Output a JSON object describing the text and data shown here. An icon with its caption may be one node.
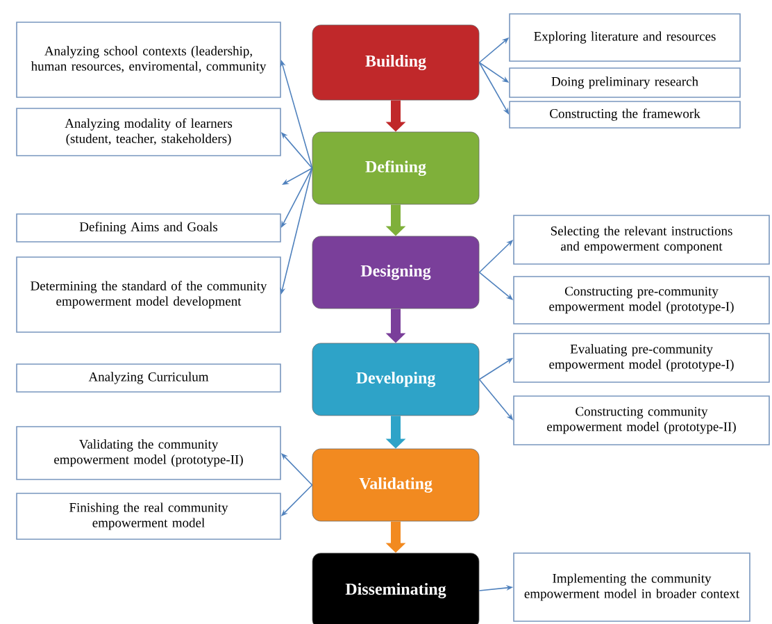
{
  "diagram": {
    "nodes": [
      {
        "text": [
          "Building"
        ]
      },
      {
        "text": [
          "Exploring literature and resources"
        ]
      },
      {
        "text": [
          "Doing preliminary research"
        ]
      },
      {
        "text": [
          "Constructing the framework"
        ]
      },
      {
        "text": [
          "Analyzing school contexts (leadership, human resources, enviromental, community"
        ]
      },
      {
        "text": [
          "Analyzing modality of learners (student, teacher, stakeholders)"
        ]
      },
      {
        "text": [
          "Defining"
        ]
      },
      {
        "text": [
          "Defining Aims and Goals"
        ]
      },
      {
        "text": [
          "Determining the standard of the community empowerment model development"
        ]
      },
      {
        "text": [
          "Designing"
        ]
      },
      {
        "text": [
          "Selecting the relevant instructions and empowerment component"
        ]
      },
      {
        "text": [
          "Constructing pre-community empowerment model (prototype-I)"
        ]
      },
      {
        "text": [
          "Analyzing Curriculum"
        ]
      },
      {
        "text": [
          "Developing"
        ]
      },
      {
        "text": [
          "Evaluating pre-community empowerment model (prototype-I)"
        ]
      },
      {
        "text": [
          "Constructing community empowerment model (prototype-II)"
        ]
      },
      {
        "text": [
          "Validating the community empowerment model (prototype-II)"
        ]
      },
      {
        "text": [
          "Finishing the real community empowerment model"
        ]
      },
      {
        "text": [
          "Validating"
        ]
      },
      {
        "text": [
          "Disseminating"
        ]
      },
      {
        "text": [
          "Implementing the community empowerment model in broader context"
        ]
      }
    ],
    "edges": [
      {
        "from": 0,
        "to": 6,
        "arrow": "to",
        "style": "thick",
        "color": "#c0282a"
      },
      {
        "from": 6,
        "to": 9,
        "arrow": "to",
        "style": "thick",
        "color": "#7fb03a"
      },
      {
        "from": 9,
        "to": 13,
        "arrow": "to",
        "style": "thick",
        "color": "#7a3f9a"
      },
      {
        "from": 13,
        "to": 18,
        "arrow": "to",
        "style": "thick",
        "color": "#2ea3c8"
      },
      {
        "from": 18,
        "to": 19,
        "arrow": "to",
        "style": "thick",
        "color": "#f28a20"
      },
      {
        "from": 0,
        "to": 1,
        "arrow": "to"
      },
      {
        "from": 0,
        "to": 2,
        "arrow": "to"
      },
      {
        "from": 0,
        "to": 3,
        "arrow": "to"
      },
      {
        "from": 6,
        "to": 4,
        "arrow": "to"
      },
      {
        "from": 6,
        "to": 5,
        "arrow": "to"
      },
      {
        "from": 6,
        "to": null,
        "arrow": "to"
      },
      {
        "from": 6,
        "to": 7,
        "arrow": "to"
      },
      {
        "from": 6,
        "to": 8,
        "arrow": "to"
      },
      {
        "from": 9,
        "to": 10,
        "arrow": "to"
      },
      {
        "from": 9,
        "to": 11,
        "arrow": "to"
      },
      {
        "from": 13,
        "to": 14,
        "arrow": "to"
      },
      {
        "from": 13,
        "to": 15,
        "arrow": "to"
      },
      {
        "from": 18,
        "to": 16,
        "arrow": "to"
      },
      {
        "from": 18,
        "to": 17,
        "arrow": "to"
      },
      {
        "from": 19,
        "to": 20,
        "arrow": "to"
      }
    ]
  }
}
